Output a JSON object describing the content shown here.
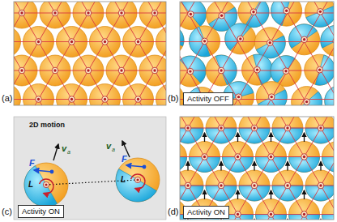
{
  "diagram": {
    "nodes": [
      {
        "text": [
          "Activity OFF"
        ]
      },
      {
        "text": [
          "Activity ON"
        ]
      },
      {
        "text": [
          "Activity ON"
        ]
      }
    ],
    "labels": [
      "(a)",
      "(b)",
      "(c)",
      "(d)",
      "2D motion",
      "F",
      "v",
      "a",
      "L",
      "F",
      "v",
      "a",
      "L"
    ]
  }
}
